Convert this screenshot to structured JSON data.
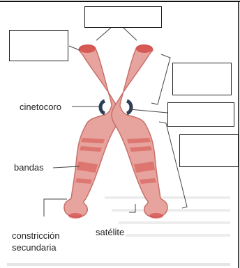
{
  "diagram": {
    "labels": {
      "centromere": "cinetocoro",
      "bands": "bandas",
      "secondary_constriction_line1": "constricción",
      "secondary_constriction_line2": "secundaria",
      "satellite": "satélite"
    },
    "answer_boxes": [
      {
        "id": "telomeres"
      },
      {
        "id": "left-telomere"
      },
      {
        "id": "short-arm"
      },
      {
        "id": "centromere"
      },
      {
        "id": "long-arm"
      }
    ],
    "colors": {
      "chromatid_fill": "#e7a39d",
      "chromatid_edge": "#c9706a",
      "band_color": "#d9645e",
      "telomere_cap": "#d2413f",
      "kinetochore": "#2d3e56",
      "leader_line": "#444444"
    }
  }
}
